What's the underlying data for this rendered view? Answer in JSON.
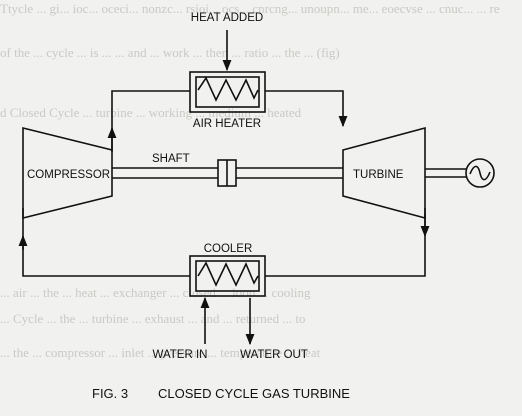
{
  "figure": {
    "caption_number": "FIG. 3",
    "caption_title": "CLOSED CYCLE GAS TURBINE"
  },
  "labels": {
    "heat_added": "HEAT ADDED",
    "air_heater": "AIR HEATER",
    "compressor": "COMPRESSOR",
    "shaft": "SHAFT",
    "turbine": "TURBINE",
    "cooler": "COOLER",
    "water_in": "WATER IN",
    "water_out": "WATER OUT"
  },
  "icons": {
    "generator": "ac-generator-icon"
  },
  "colors": {
    "ink": "#111111",
    "paper": "#f1f1ef"
  }
}
